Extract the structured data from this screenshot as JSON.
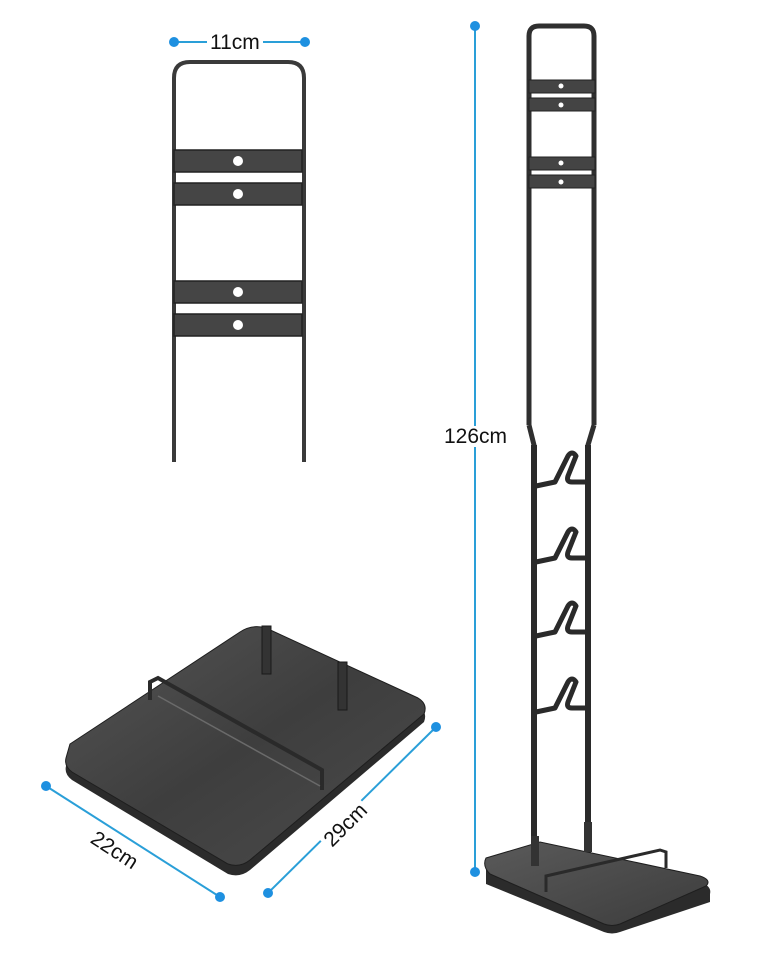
{
  "diagram": {
    "subject": "Vacuum cleaner stand",
    "colors": {
      "dimension_line": "#2a9fd8",
      "dimension_dot": "#1e90e0",
      "metal": "#3a3a3a",
      "metal_dark": "#222222",
      "base_top": "#4a4a4a",
      "base_edge": "#2b2b2b",
      "background": "#ffffff"
    },
    "views": [
      {
        "id": "top-frame-detail",
        "description": "Front view of upper mounting frame with four drilled plates"
      },
      {
        "id": "base-plate-detail",
        "description": "Perspective view of base plate with rail and two posts"
      },
      {
        "id": "full-stand",
        "description": "Full stand with four hooks and base"
      }
    ],
    "dimensions": {
      "top_width": "11cm",
      "height": "126cm",
      "base_width": "22cm",
      "base_depth": "29cm"
    }
  }
}
